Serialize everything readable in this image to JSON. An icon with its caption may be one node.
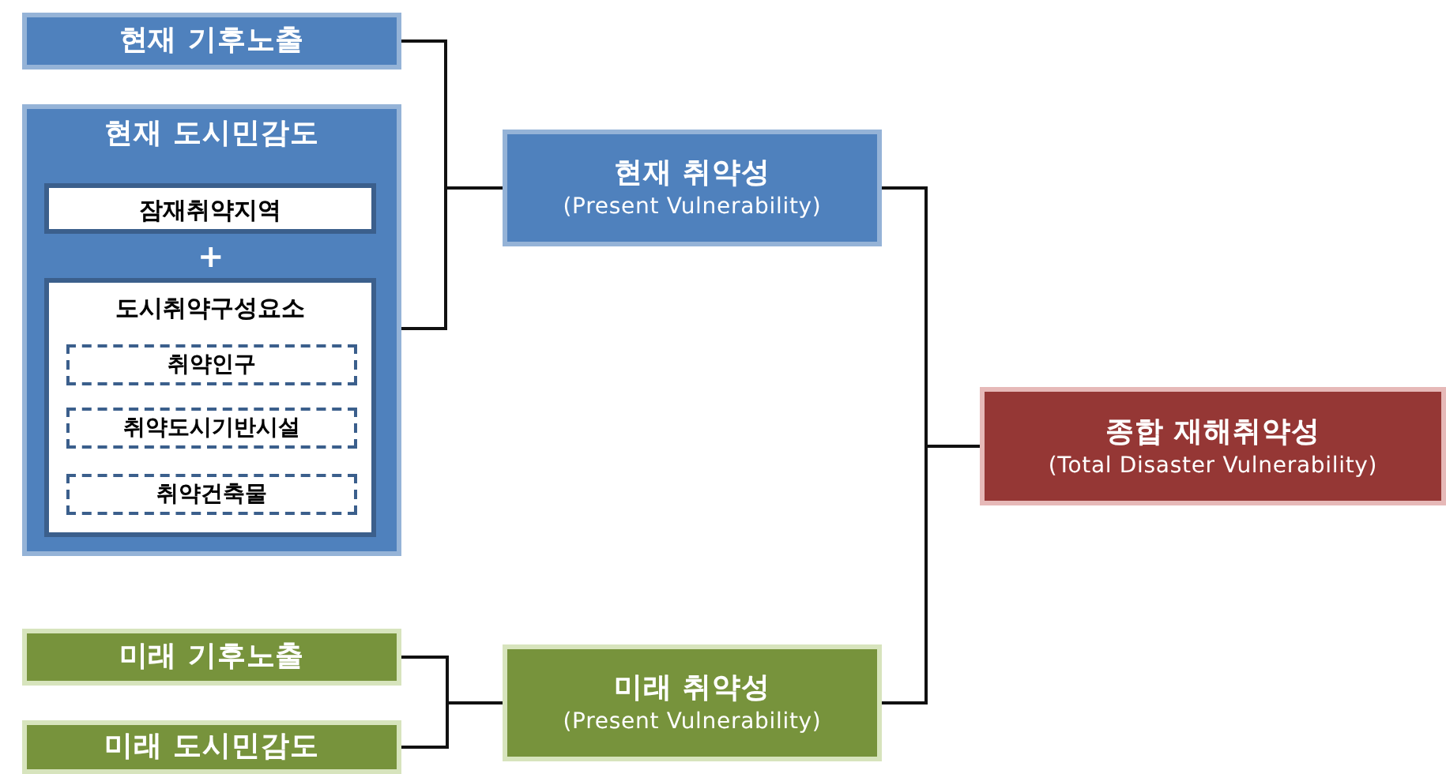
{
  "diagram": {
    "nodes": [
      {
        "text": [
          "현재 기후노출"
        ]
      },
      {
        "text": [
          "현재 도시민감도"
        ]
      },
      {
        "text": [
          "잠재취약지역"
        ],
        "in": 1
      },
      {
        "text": [
          "도시취약구성요소"
        ],
        "in": 1
      },
      {
        "text": [
          "취약인구"
        ],
        "in": 3
      },
      {
        "text": [
          "취약도시기반시설"
        ],
        "in": 3
      },
      {
        "text": [
          "취약건축물"
        ],
        "in": 3
      },
      {
        "text": [
          "현재 취약성",
          "(Present Vulnerability)"
        ]
      },
      {
        "text": [
          "종합 재해취약성",
          "(Total Disaster Vulnerability)"
        ]
      },
      {
        "text": [
          "미래 기후노출"
        ]
      },
      {
        "text": [
          "미래 도시민감도"
        ]
      },
      {
        "text": [
          "미래 취약성",
          "(Present Vulnerability)"
        ]
      }
    ],
    "edges": [
      {
        "from": 0,
        "to": 7,
        "arrow": "none"
      },
      {
        "from": 1,
        "to": 7,
        "arrow": "none"
      },
      {
        "from": 9,
        "to": 11,
        "arrow": "none"
      },
      {
        "from": 10,
        "to": 11,
        "arrow": "none"
      },
      {
        "from": 7,
        "to": 8,
        "arrow": "none"
      },
      {
        "from": 11,
        "to": 8,
        "arrow": "none"
      }
    ],
    "labels": [
      "+"
    ]
  }
}
